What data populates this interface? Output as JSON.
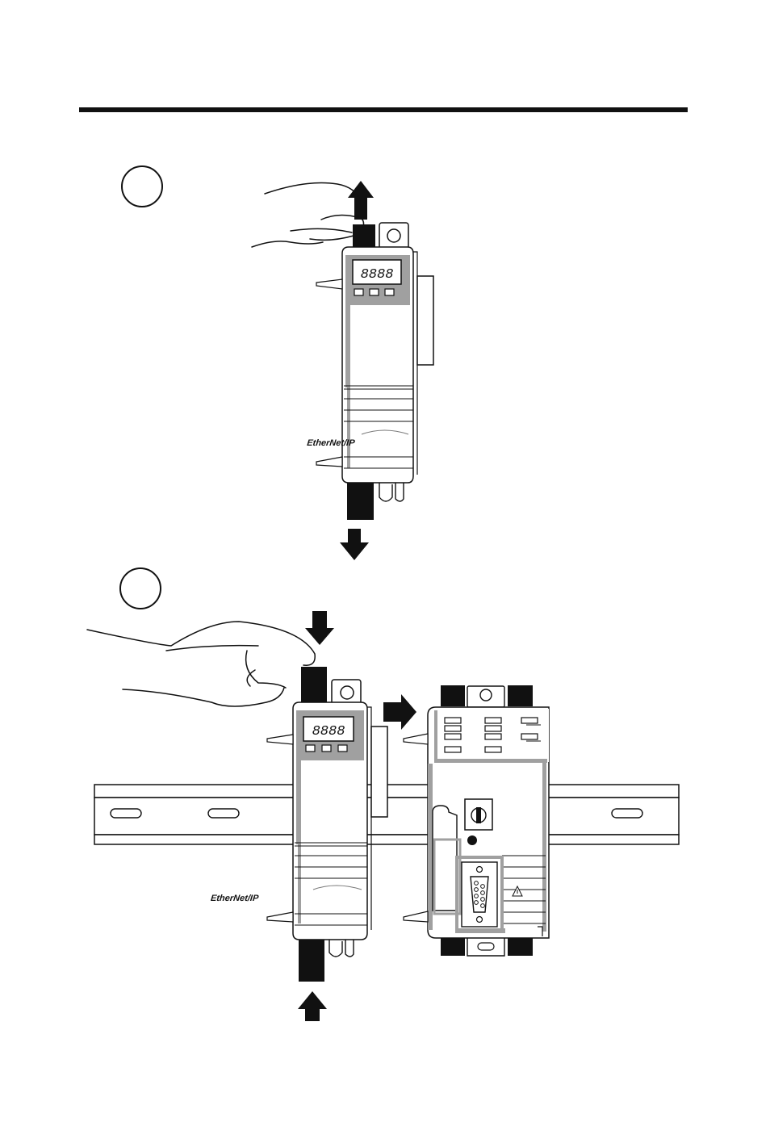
{
  "figure": {
    "steps": [
      {
        "id": "step-1",
        "badge": ""
      },
      {
        "id": "step-2",
        "badge": ""
      }
    ],
    "devices": {
      "module_brand": "EtherNet/IP",
      "display_digits": "8888"
    },
    "colors": {
      "ink": "#111111",
      "gray": "#9a9a9a",
      "light": "#ffffff"
    },
    "icons": [
      "hand-icon",
      "arrow-up-icon",
      "arrow-down-icon",
      "arrow-right-icon",
      "warning-icon",
      "screw-icon"
    ]
  }
}
